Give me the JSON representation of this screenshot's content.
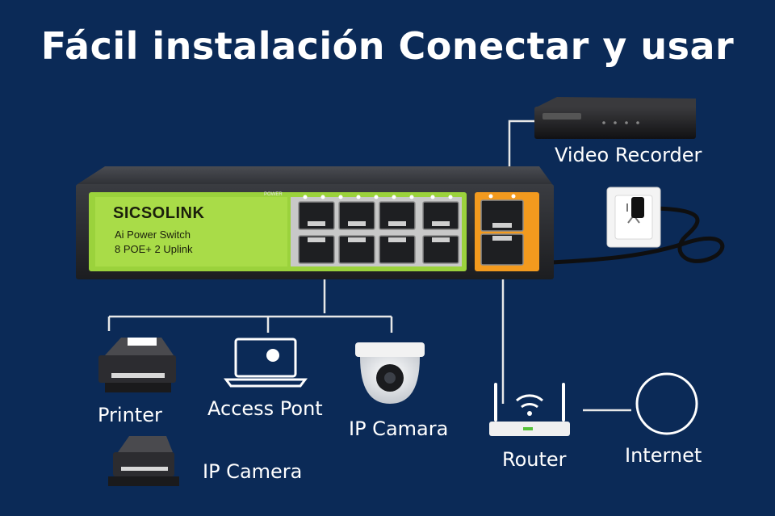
{
  "title": "Fácil instalación Conectar y usar",
  "switch": {
    "brand": "SICSOLINK",
    "model_line1": "Ai Power Switch",
    "model_line2": "8 POE+ 2 Uplink",
    "power_label": "POWER"
  },
  "devices": {
    "video_recorder": "Video Recorder",
    "printer": "Printer",
    "access_point": "Access Pont",
    "ip_camera_dome": "IP Camara",
    "ip_camera": "IP Camera",
    "router": "Router",
    "internet": "Internet"
  },
  "colors": {
    "background": "#0b2a57",
    "switch_body": "#2b2d31",
    "panel_green": "#9bd23c",
    "uplink_orange": "#f39a1e",
    "line": "#e8e8e8"
  },
  "icons": [
    "video-recorder-icon",
    "power-outlet-icon",
    "printer-icon",
    "laptop-icon",
    "dome-camera-icon",
    "router-icon",
    "internet-globe-icon"
  ]
}
